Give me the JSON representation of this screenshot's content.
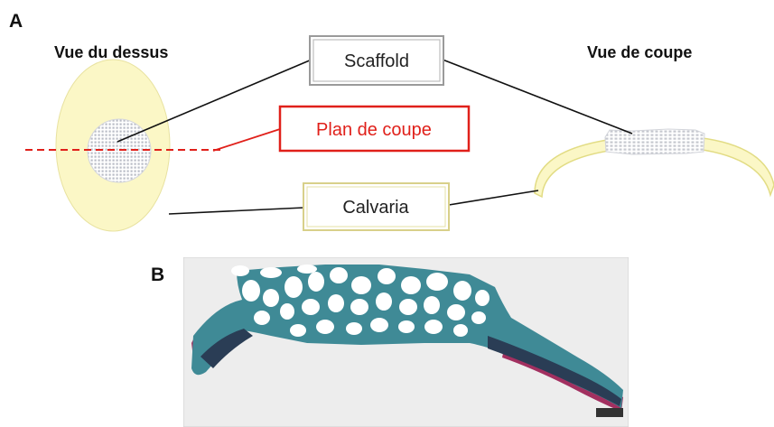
{
  "panel_a": {
    "letter": "A",
    "top_view_title": "Vue du dessus",
    "section_view_title": "Vue de coupe",
    "labels": {
      "scaffold": "Scaffold",
      "cut_plane": "Plan de coupe",
      "calvaria": "Calvaria"
    },
    "colors": {
      "calvaria_fill": "#fbf7c6",
      "calvaria_stroke": "#e2dc84",
      "cut_plane": "#e0201a",
      "scaffold_grid": "#b9bcc6",
      "leader_line": "#111111"
    }
  },
  "panel_b": {
    "letter": "B",
    "colors": {
      "background": "#ededed",
      "tissue_teal": "#3f8a96",
      "tissue_dark": "#2a3d55",
      "tissue_magenta": "#a23060",
      "pore": "#ffffff",
      "scale_bar": "#333333"
    }
  }
}
